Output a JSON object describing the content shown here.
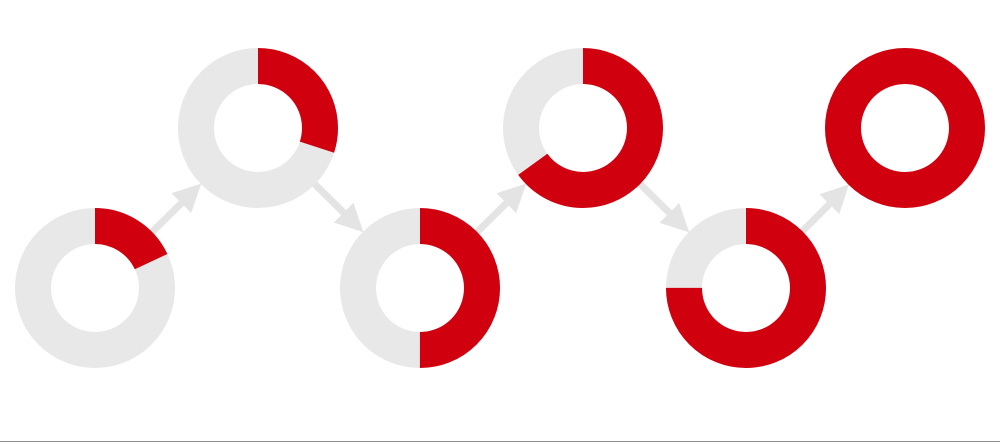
{
  "colors": {
    "progress": "#d0000f",
    "track": "#e8e8e8",
    "arrow": "#e4e4e4",
    "background": "#ffffff"
  },
  "steps": [
    {
      "id": "step-1",
      "progress": 0.18
    },
    {
      "id": "step-2",
      "progress": 0.3
    },
    {
      "id": "step-3",
      "progress": 0.5
    },
    {
      "id": "step-4",
      "progress": 0.65
    },
    {
      "id": "step-5",
      "progress": 0.75
    },
    {
      "id": "step-6",
      "progress": 1.0
    }
  ],
  "connectors": [
    {
      "id": "arrow-1-2",
      "direction": "up-right"
    },
    {
      "id": "arrow-2-3",
      "direction": "down-right"
    },
    {
      "id": "arrow-3-4",
      "direction": "up-right"
    },
    {
      "id": "arrow-4-5",
      "direction": "down-right"
    },
    {
      "id": "arrow-5-6",
      "direction": "up-right"
    }
  ]
}
